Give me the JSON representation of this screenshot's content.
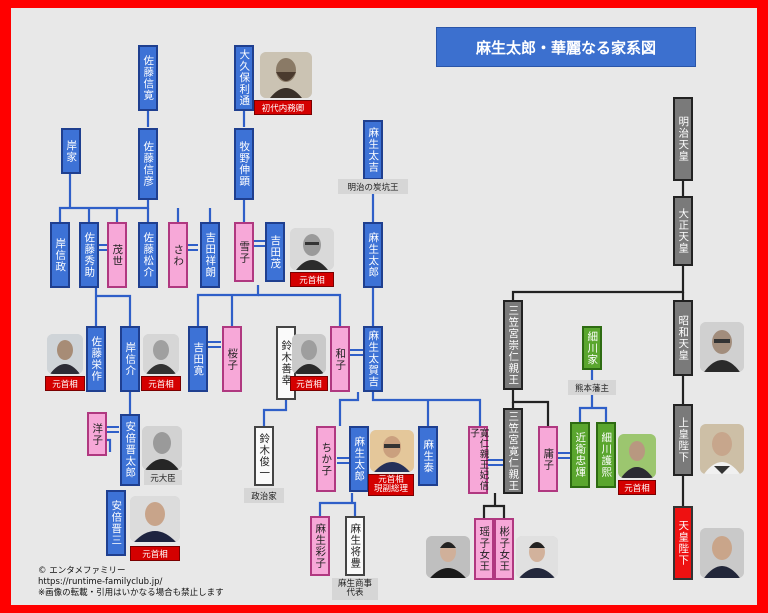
{
  "title": "麻生太郎・華麗なる家系図",
  "people": {
    "sato_nobuhiro": "佐藤信寛",
    "okubo": "大久保利通",
    "kishi_ke": "岸家",
    "sato_nobuhiko": "佐藤信彦",
    "makino": "牧野伸顕",
    "aso_takichi": "麻生太吉",
    "kishi_nobumasa": "岸信政",
    "sato_hidesuke": "佐藤秀助",
    "moyo": "茂世",
    "sato_matsusuke": "佐藤松介",
    "sawa": "さわ",
    "yoshida_shoumei": "吉田祥朗",
    "yukiko": "雪子",
    "yoshida_shigeru": "吉田茂",
    "aso_taro_grand": "麻生太郎",
    "meiji": "明治天皇",
    "taisho": "大正天皇",
    "showa": "昭和天皇",
    "sato_eisaku": "佐藤栄作",
    "kishi_nobusuke": "岸信介",
    "yoshida_hiroshi": "吉田寛",
    "sakurako": "桜子",
    "suzuki_zenko": "鈴木善幸",
    "kazuko": "和子",
    "aso_takakichi": "麻生太賀吉",
    "mikasa_takahito": "三笠宮崇仁親王",
    "hosokawa_ke": "細川家",
    "yoko": "洋子",
    "abe_shintaro": "安倍晋太郎",
    "suzuki_shun": "鈴木俊一",
    "chikako": "ちか子",
    "aso_taro": "麻生太郎",
    "aso_yutaka": "麻生泰",
    "nobuko": "寛仁親王妃信子",
    "tomohito": "三笠宮寛仁親王",
    "yasuko": "庸子",
    "konoe": "近衛忠煇",
    "hosokawa_morihiro": "細川護熙",
    "akihito": "上皇陛下",
    "abe_shinzo": "安倍晋三",
    "aso_ayako": "麻生彩子",
    "aso_masatoyo": "麻生将豊",
    "yoko_joou": "瑶子女王",
    "akiko_joou": "彬子女王",
    "naruhito": "天皇陛下"
  },
  "tags": {
    "okubo": "初代内務卿",
    "meiji_coal": "明治の炭坑王",
    "yoshida": "元首相",
    "sato_eisaku": "元首相",
    "kishi": "元首相",
    "suzuki_zenko": "元首相",
    "kumamoto": "熊本藩主",
    "abe_shintaro": "元大臣",
    "suzuki_shun": "政治家",
    "aso_taro_a": "元首相",
    "aso_taro_b": "現副総理",
    "hosokawa": "元首相",
    "abe_shinzo": "元首相",
    "aso_shoji_a": "麻生商事",
    "aso_shoji_b": "代表"
  },
  "footer": {
    "line1": "© エンタメファミリー",
    "line2": "https://runtime-familyclub.jp/",
    "line3": "※画像の転載・引用はいかなる場合も禁止します"
  },
  "colors": {
    "frame": "#ff0000",
    "male": "#3d72d6",
    "female": "#f7a8d8",
    "imperial": "#7a7a7a",
    "hosokawa": "#5aa62e",
    "emperor": "#ee1111",
    "line": "#2f5fc8"
  }
}
